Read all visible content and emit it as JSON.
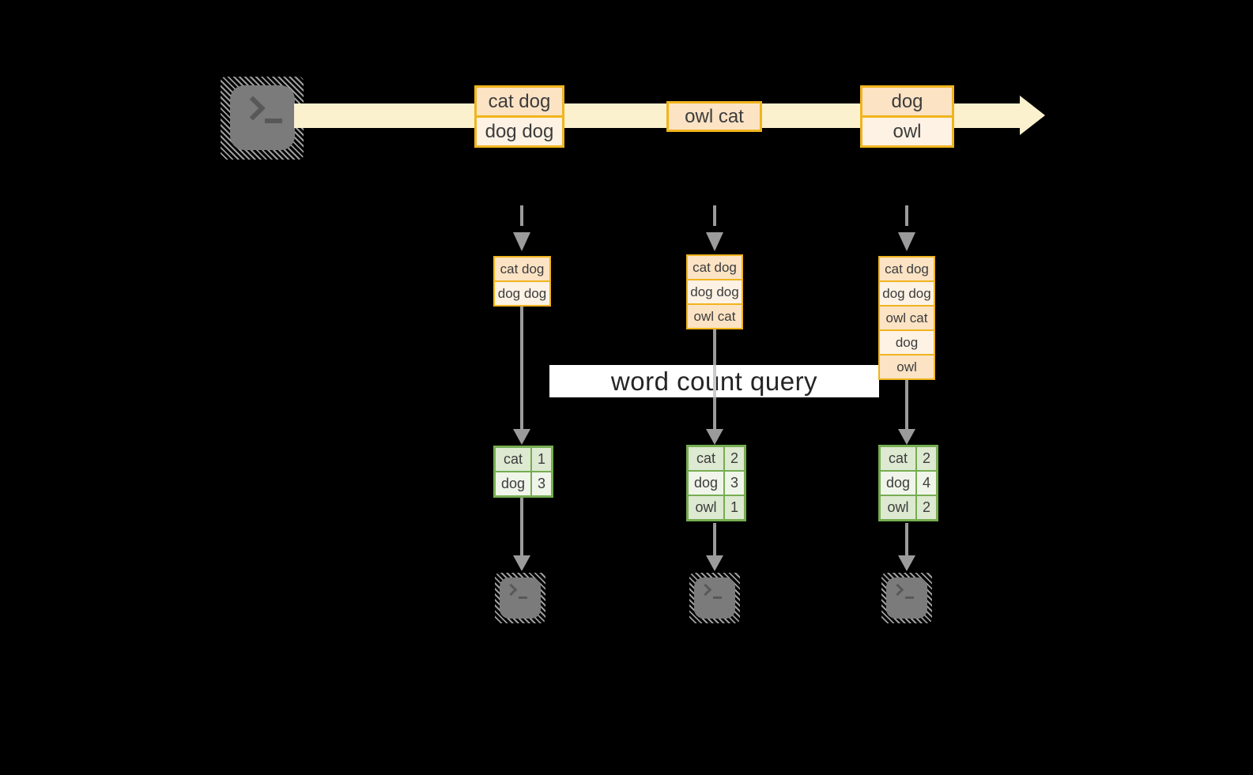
{
  "query_label": "word count query",
  "timeline_batches": [
    {
      "rows": [
        "cat dog",
        "dog dog"
      ]
    },
    {
      "rows": [
        "owl cat"
      ]
    },
    {
      "rows": [
        "dog",
        "owl"
      ]
    }
  ],
  "columns": [
    {
      "stack_rows": [
        "cat dog",
        "dog dog"
      ],
      "count_table": {
        "rows": [
          [
            "cat",
            "1"
          ],
          [
            "dog",
            "3"
          ]
        ]
      }
    },
    {
      "stack_rows": [
        "cat dog",
        "dog dog",
        "owl cat"
      ],
      "count_table": {
        "rows": [
          [
            "cat",
            "2"
          ],
          [
            "dog",
            "3"
          ],
          [
            "owl",
            "1"
          ]
        ]
      }
    },
    {
      "stack_rows": [
        "cat dog",
        "dog dog",
        "owl cat",
        "dog",
        "owl"
      ],
      "count_table": {
        "rows": [
          [
            "cat",
            "2"
          ],
          [
            "dog",
            "4"
          ],
          [
            "owl",
            "2"
          ]
        ]
      }
    }
  ],
  "icons": {
    "source": "terminal-icon",
    "sinks": [
      "terminal-icon",
      "terminal-icon",
      "terminal-icon"
    ]
  },
  "colors": {
    "background": "#000000",
    "stream_band": "#fbf1cf",
    "orange_border": "#f0b41d",
    "orange_fill_dark": "#fbe3c4",
    "orange_fill_light": "#fdf2e4",
    "green_border": "#76ad52",
    "green_fill_dark": "#dde9d1",
    "green_fill_light": "#f0f5ea",
    "arrow_gray": "#9b9b9b",
    "terminal_gray": "#7b7b7b",
    "label_background": "#ffffff",
    "text": "#3c3c3c"
  }
}
